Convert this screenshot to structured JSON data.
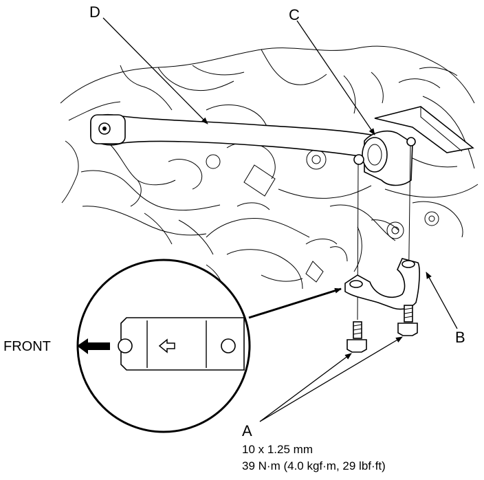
{
  "callouts": {
    "a": "A",
    "b": "B",
    "c": "C",
    "d": "D"
  },
  "front_label": "FRONT",
  "spec": {
    "bolt_size": "10 x 1.25 mm",
    "torque": "39 N·m (4.0 kgf·m, 29 lbf·ft)"
  },
  "icons": {
    "front_arrow": "arrow-left-filled",
    "bushing_arrow": "arrow-left-outline"
  },
  "colors": {
    "ink": "#000000",
    "paper": "#ffffff"
  }
}
